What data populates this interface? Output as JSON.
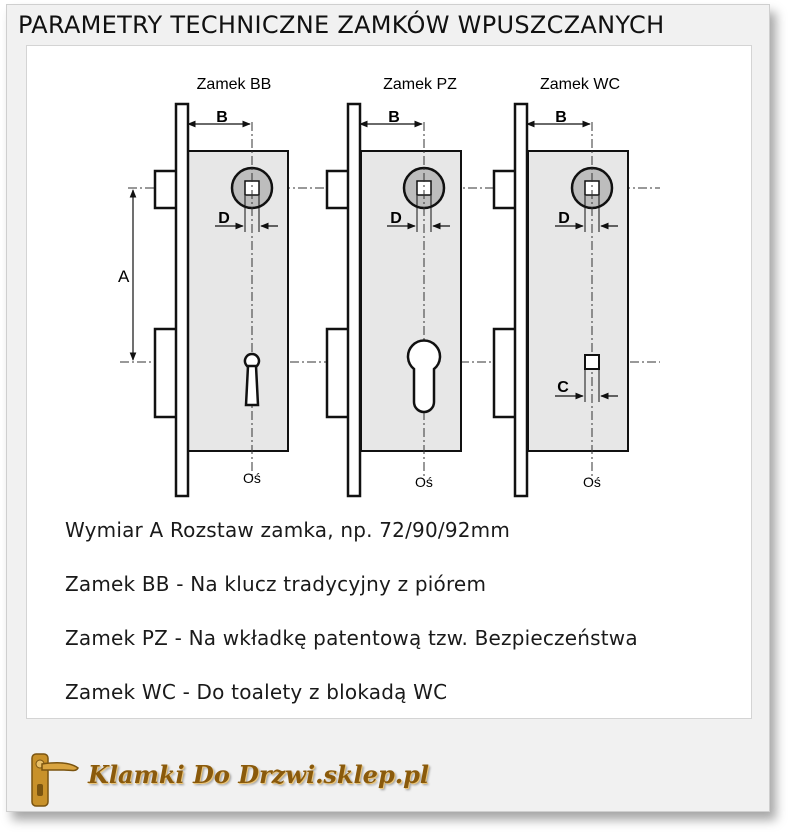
{
  "title": "PARAMETRY TECHNICZNE ZAMKÓW WPUSZCZANYCH",
  "diagram": {
    "locks": [
      {
        "name": "Zamek BB",
        "b_label": "B",
        "d_label": "D",
        "axis_label": "Oś",
        "type": "keyhole"
      },
      {
        "name": "Zamek PZ",
        "b_label": "B",
        "d_label": "D",
        "axis_label": "Oś",
        "type": "cylinder"
      },
      {
        "name": "Zamek WC",
        "b_label": "B",
        "d_label": "D",
        "c_label": "C",
        "axis_label": "Oś",
        "type": "wc"
      }
    ],
    "a_label": "A"
  },
  "descriptions": [
    "Wymiar A Rozstaw zamka, np. 72/90/92mm",
    "Zamek BB - Na klucz tradycyjny z piórem",
    "Zamek PZ - Na wkładkę patentową tzw. Bezpieczeństwa",
    "Zamek WC - Do toalety z blokadą WC"
  ],
  "footer": {
    "logo_text": "Klamki Do Drzwi.sklep.pl",
    "logo_icon": "door-handle-icon"
  }
}
